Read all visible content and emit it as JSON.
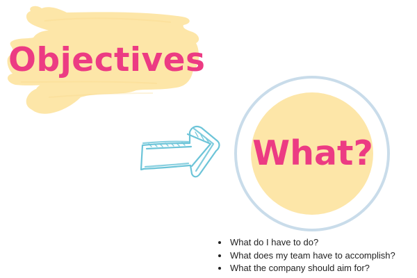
{
  "heading": {
    "title": "Objectives"
  },
  "focus": {
    "label": "What?"
  },
  "questions": [
    "What do I have to do?",
    "What does my team have to accomplish?",
    "What the company should aim for?"
  ],
  "colors": {
    "accent_pink": "#ec3b83",
    "highlight_yellow": "#fde6a8",
    "circle_fill": "#fde6a8",
    "ring_blue": "#c9dcea",
    "arrow_teal": "#6cc4d8",
    "text_dark": "#222222"
  },
  "icons": {
    "brush_stroke": "brush-stroke-highlight",
    "arrow": "hand-drawn-arrow-right-icon"
  }
}
